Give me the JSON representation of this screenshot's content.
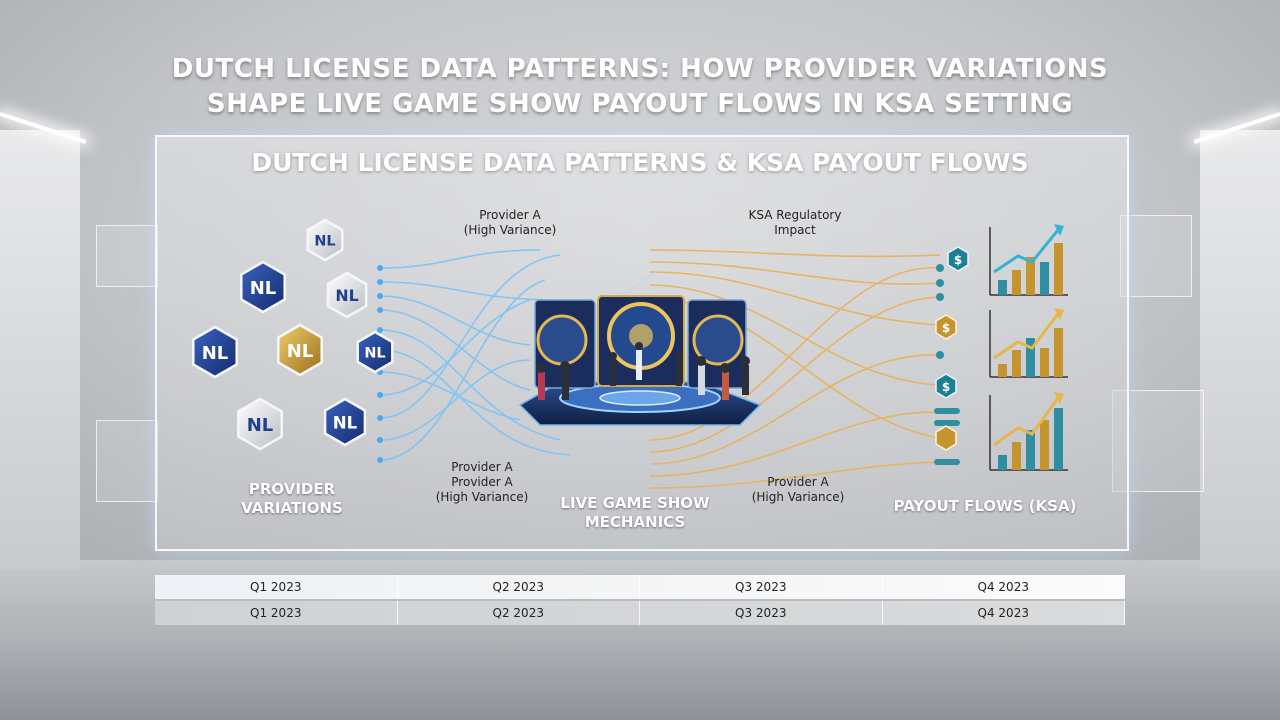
{
  "title": {
    "line1": "DUTCH LICENSE DATA PATTERNS: HOW PROVIDER VARIATIONS",
    "line2": "SHAPE LIVE GAME SHOW PAYOUT FLOWS IN KSA SETTING"
  },
  "board": {
    "title": "DUTCH LICENSE DATA PATTERNS & KSA PAYOUT FLOWS",
    "badge_text": "NL",
    "currency_icon": "$",
    "labels": {
      "top_left": {
        "line1": "Provider A",
        "line2": "(High Variance)"
      },
      "top_right": {
        "line1": "KSA Regulatory",
        "line2": "Impact"
      },
      "bottom_left": {
        "line1": "Provider A",
        "line2": "Provider A",
        "line3": "(High Variance)"
      },
      "bottom_right": {
        "line1": "Provider A",
        "line2": "(High Variance)"
      }
    },
    "sections": {
      "providers": {
        "line1": "PROVIDER",
        "line2": "VARIATIONS"
      },
      "mechanics": {
        "line1": "LIVE GAME SHOW",
        "line2": "MECHANICS"
      },
      "payouts": "PAYOUT FLOWS (KSA)"
    }
  },
  "timeline": {
    "row1": [
      "Q1 2023",
      "Q2 2023",
      "Q3 2023",
      "Q4 2023"
    ],
    "row2": [
      "Q1 2023",
      "Q2 2023",
      "Q3 2023",
      "Q4 2023"
    ]
  },
  "colors": {
    "blue_flow": "#7fc4f5",
    "gold_flow": "#e9b25c",
    "navy_badge": "#1f3f8f",
    "gold_badge": "#c4952f",
    "silver_badge": "#e4e6ea",
    "teal_bar": "#2f8fa0"
  }
}
